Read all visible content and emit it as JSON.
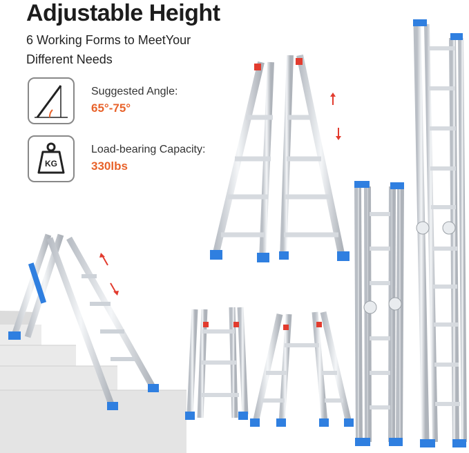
{
  "header": {
    "title": "Adjustable Height",
    "subtitle": "6 Working Forms to MeetYour Different Needs"
  },
  "specs": [
    {
      "icon": "angle-icon",
      "label": "Suggested Angle:",
      "value": "65°-75°"
    },
    {
      "icon": "kg-weight-icon",
      "label": "Load-bearing Capacity:",
      "value": "330lbs",
      "badge": "KG"
    }
  ],
  "colors": {
    "accent": "#e8622a",
    "ladder_blue": "#2f7fe0",
    "rail_silver": "#d9dde2",
    "step_gray": "#e6e6e6"
  }
}
